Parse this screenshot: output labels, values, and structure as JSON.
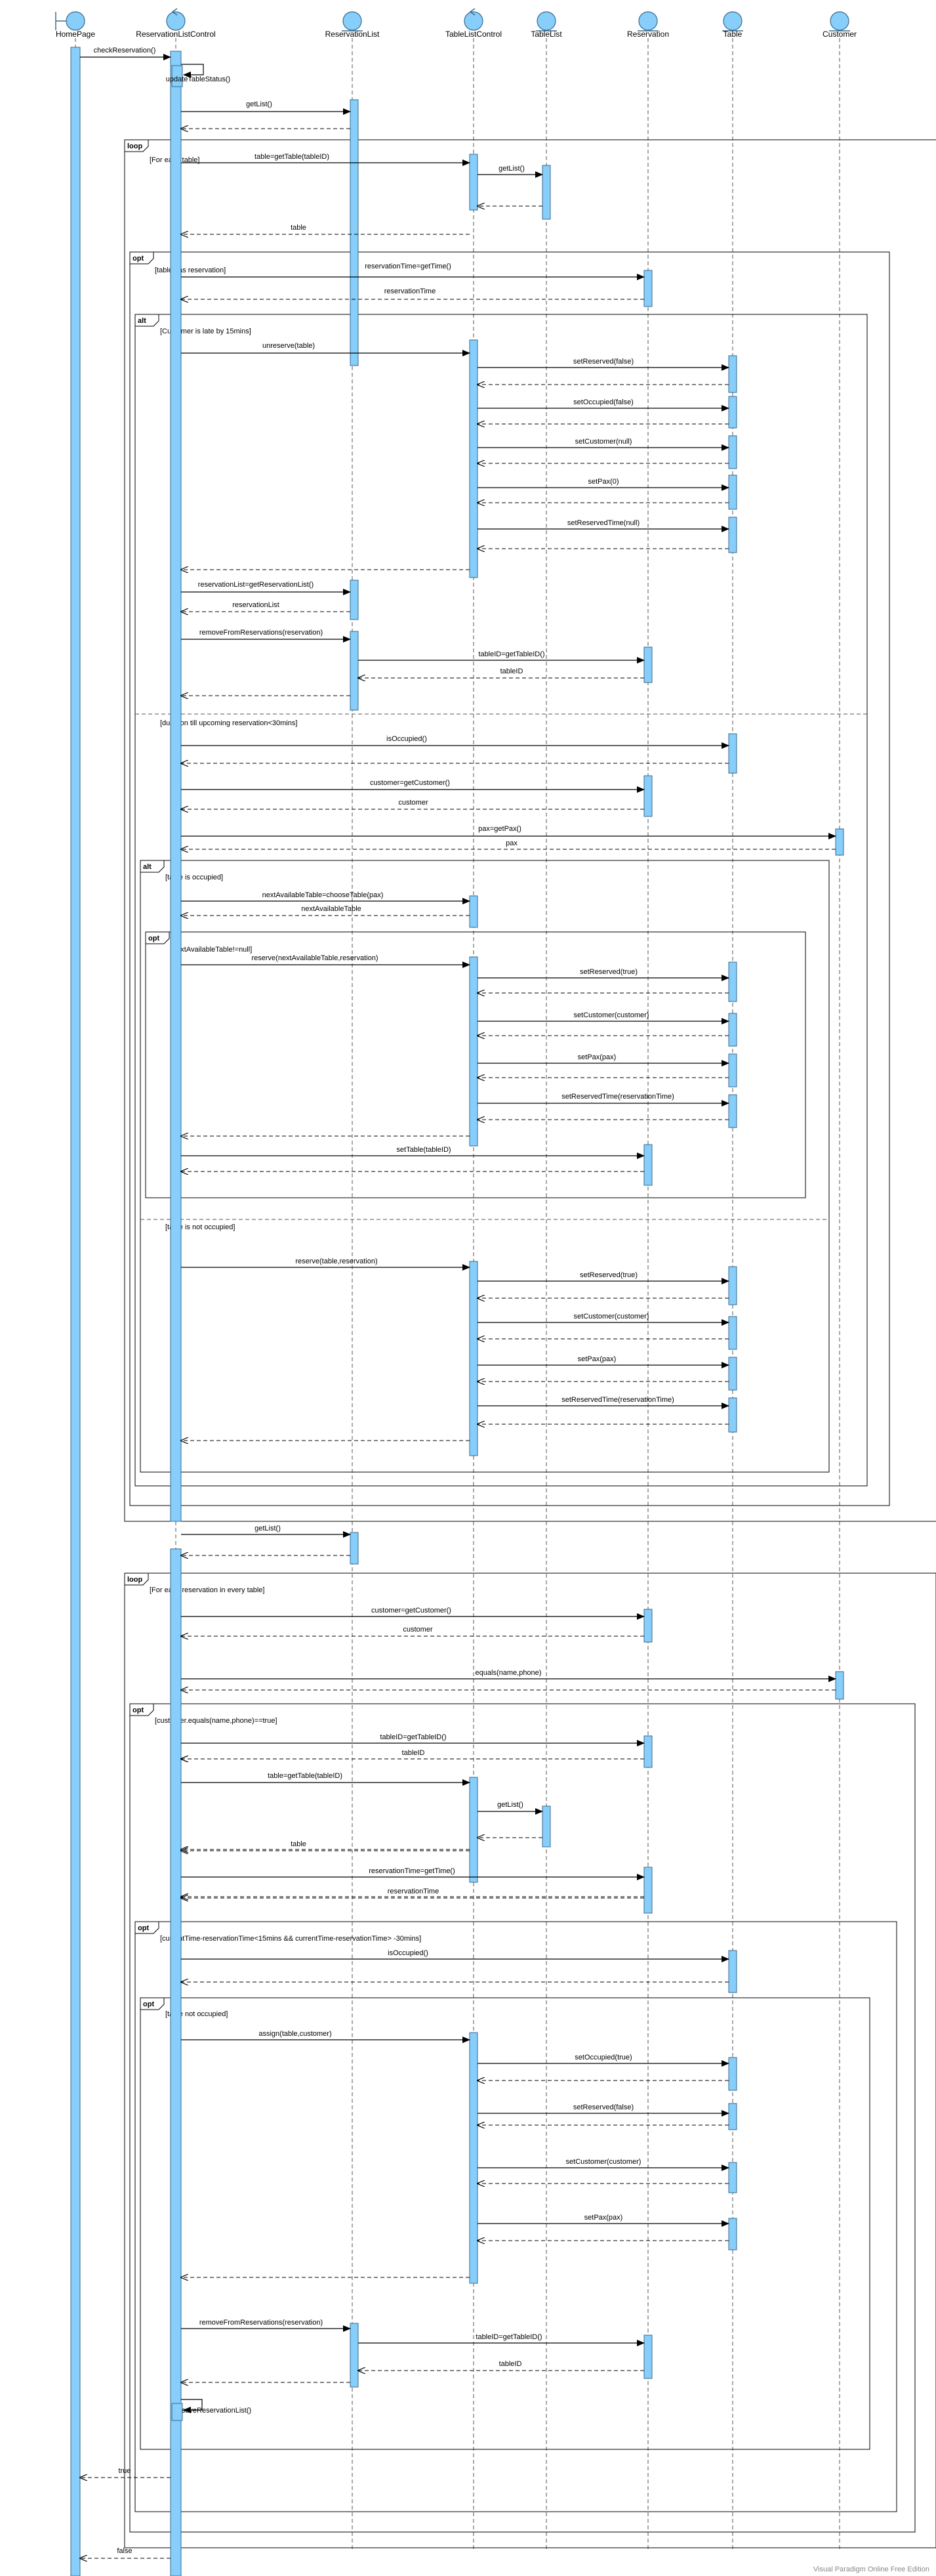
{
  "colors": {
    "participant_fill": "#87cefa",
    "participant_stroke": "#3a6a8c",
    "activation_fill": "#87cefa",
    "line": "#000000",
    "text": "#000000",
    "fragment_stroke": "#000000",
    "watermark": "#888888"
  },
  "participants": [
    {
      "id": "homepage",
      "name": "HomePage",
      "stereotype": "boundary"
    },
    {
      "id": "rlc",
      "name": "ReservationListControl",
      "stereotype": "control"
    },
    {
      "id": "rl",
      "name": "ReservationList",
      "stereotype": "entity"
    },
    {
      "id": "tlc",
      "name": "TableListControl",
      "stereotype": "control"
    },
    {
      "id": "tl",
      "name": "TableList",
      "stereotype": "entity"
    },
    {
      "id": "res",
      "name": "Reservation",
      "stereotype": "entity"
    },
    {
      "id": "tbl",
      "name": "Table",
      "stereotype": "entity"
    },
    {
      "id": "cust",
      "name": "Customer",
      "stereotype": "entity"
    }
  ],
  "fragments": [
    {
      "op": "loop",
      "guards": [
        "[For each table]"
      ]
    },
    {
      "op": "opt",
      "guards": [
        "[table has reservation]"
      ]
    },
    {
      "op": "alt",
      "guards": [
        "[Customer is late by 15mins]",
        "[duration till upcoming reservation<30mins]"
      ]
    },
    {
      "op": "alt",
      "guards": [
        "[table is occupied]",
        "[table is not occupied]"
      ]
    },
    {
      "op": "opt",
      "guards": [
        "[nextAvailableTable!=null]"
      ]
    },
    {
      "op": "loop",
      "guards": [
        "[For each reservation in every table]"
      ]
    },
    {
      "op": "opt",
      "guards": [
        "[customer.equals(name,phone)==true]"
      ]
    },
    {
      "op": "opt",
      "guards": [
        "[currentTime-reservationTime<15mins && currentTime-reservationTime> -30mins]"
      ]
    },
    {
      "op": "opt",
      "guards": [
        "[table not occupied]"
      ]
    }
  ],
  "messages": [
    "checkReservation()",
    "updateTableStatus()",
    "getList()",
    "table=getTable(tableID)",
    "getList()",
    "table",
    "reservationTime=getTime()",
    "reservationTime",
    "unreserve(table)",
    "setReserved(false)",
    "setOccupied(false)",
    "setCustomer(null)",
    "setPax(0)",
    "setReservedTime(null)",
    "reservationList=getReservationList()",
    "reservationList",
    "removeFromReservations(reservation)",
    "tableID=getTableID()",
    "tableID",
    "isOccupied()",
    "customer=getCustomer()",
    "customer",
    "pax=getPax()",
    "pax",
    "nextAvailableTable=chooseTable(pax)",
    "nextAvailableTable",
    "reserve(nextAvailableTable,reservation)",
    "setReserved(true)",
    "setCustomer(customer)",
    "setPax(pax)",
    "setReservedTime(reservationTime)",
    "setTable(tableID)",
    "reserve(table,reservation)",
    "setReserved(true)",
    "setCustomer(customer)",
    "setPax(pax)",
    "setReservedTime(reservationTime)",
    "getList()",
    "customer=getCustomer()",
    "customer",
    "equals(name,phone)",
    "tableID=getTableID()",
    "tableID",
    "table=getTable(tableID)",
    "getList()",
    "table",
    "reservationTime=getTime()",
    "reservationTime",
    "isOccupied()",
    "assign(table,customer)",
    "setOccupied(true)",
    "setReserved(false)",
    "setCustomer(customer)",
    "setPax(pax)",
    "removeFromReservations(reservation)",
    "tableID=getTableID()",
    "tableID",
    "saveReservationList()",
    "true",
    "false"
  ],
  "watermark": "Visual Paradigm Online Free Edition"
}
